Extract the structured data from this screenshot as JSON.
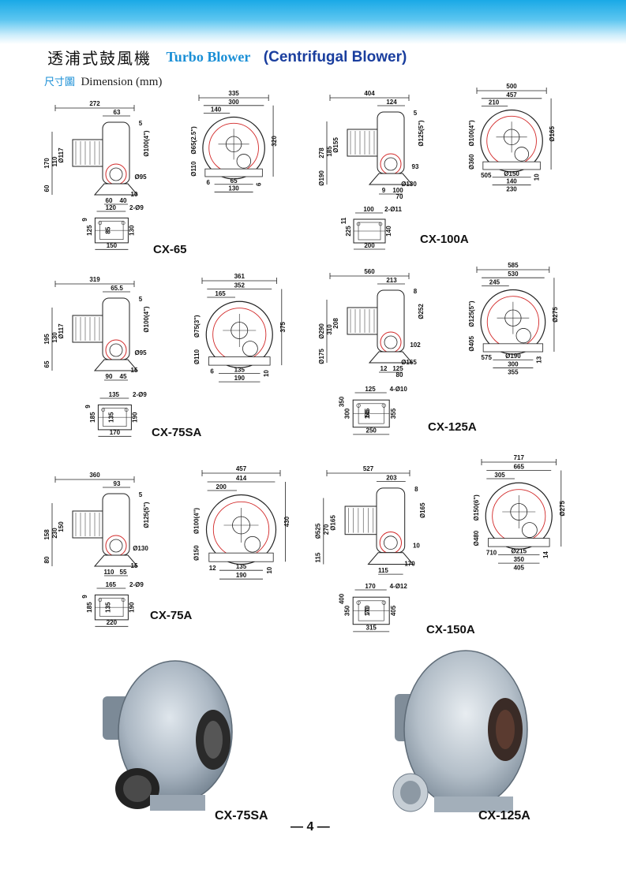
{
  "header": {
    "title_cn": "透浦式鼓風機",
    "title_en": "Turbo Blower",
    "title_en2": "(Centrifugal Blower)",
    "subtitle_cn": "尺寸圖",
    "subtitle_en": "Dimension (mm)"
  },
  "models": {
    "cx65": "CX-65",
    "cx100a": "CX-100A",
    "cx75sa": "CX-75SA",
    "cx125a": "CX-125A",
    "cx75a": "CX-75A",
    "cx150a": "CX-150A"
  },
  "dims": {
    "cx65_side": [
      "272",
      "63",
      "5",
      "Ø100(4\")",
      "170",
      "110",
      "Ø117",
      "60",
      "Ø95",
      "10",
      "60",
      "40"
    ],
    "cx65_front": [
      "335",
      "300",
      "140",
      "Ø65(2.5\")",
      "320",
      "Ø110",
      "6",
      "65",
      "6",
      "130"
    ],
    "cx65_base": [
      "120",
      "2-Ø9",
      "9",
      "125",
      "85",
      "130",
      "150"
    ],
    "cx100a_side": [
      "404",
      "124",
      "5",
      "Ø125(5\")",
      "278",
      "185",
      "Ø155",
      "Ø190",
      "93",
      "Ø130",
      "9",
      "100",
      "70"
    ],
    "cx100a_front": [
      "500",
      "457",
      "210",
      "Ø100(4\")",
      "Ø165",
      "Ø360",
      "505",
      "Ø150",
      "10",
      "140",
      "230"
    ],
    "cx100a_base": [
      "100",
      "2-Ø11",
      "11",
      "225",
      "140",
      "200"
    ],
    "cx75sa_side": [
      "319",
      "65.5",
      "5",
      "Ø100(4\")",
      "195",
      "130",
      "Ø117",
      "65",
      "Ø95",
      "15",
      "90",
      "45"
    ],
    "cx75sa_front": [
      "361",
      "352",
      "165",
      "Ø75(3\")",
      "375",
      "Ø110",
      "6",
      "135",
      "10",
      "190"
    ],
    "cx75sa_base": [
      "135",
      "2-Ø9",
      "9",
      "185",
      "135",
      "190",
      "170"
    ],
    "cx125a_side": [
      "560",
      "213",
      "8",
      "Ø252",
      "Ø290",
      "310",
      "208",
      "Ø175",
      "102",
      "Ø165",
      "12",
      "125",
      "80"
    ],
    "cx125a_front": [
      "585",
      "530",
      "245",
      "Ø125(5\")",
      "Ø275",
      "Ø405",
      "575",
      "Ø190",
      "13",
      "300",
      "355"
    ],
    "cx125a_base": [
      "125",
      "4-Ø10",
      "350",
      "300",
      "145",
      "55",
      "355",
      "250"
    ],
    "cx75a_side": [
      "360",
      "93",
      "5",
      "Ø125(5\")",
      "158",
      "230",
      "150",
      "80",
      "Ø130",
      "15",
      "110",
      "55"
    ],
    "cx75a_front": [
      "457",
      "414",
      "200",
      "Ø100(4\")",
      "430",
      "Ø150",
      "12",
      "135",
      "10",
      "190"
    ],
    "cx75a_base": [
      "165",
      "2-Ø9",
      "9",
      "185",
      "135",
      "190",
      "220"
    ],
    "cx150a_side": [
      "527",
      "203",
      "8",
      "Ø165",
      "Ø525",
      "270",
      "Ø165",
      "115",
      "10",
      "170",
      "115"
    ],
    "cx150a_front": [
      "717",
      "665",
      "305",
      "Ø150(6\")",
      "Ø275",
      "Ø480",
      "710",
      "Ø215",
      "14",
      "350",
      "405"
    ],
    "cx150a_base": [
      "170",
      "4-Ø12",
      "400",
      "350",
      "170",
      "70",
      "405",
      "315"
    ]
  },
  "photos": {
    "left_label": "CX-75SA",
    "right_label": "CX-125A"
  },
  "page_number": "— 4 —",
  "colors": {
    "banner": "#1aa9e6",
    "title_en": "#1a8fd6",
    "title_en2": "#1a3e9e",
    "blower_body": "#b8c2cc",
    "red_center": "#d22828"
  }
}
